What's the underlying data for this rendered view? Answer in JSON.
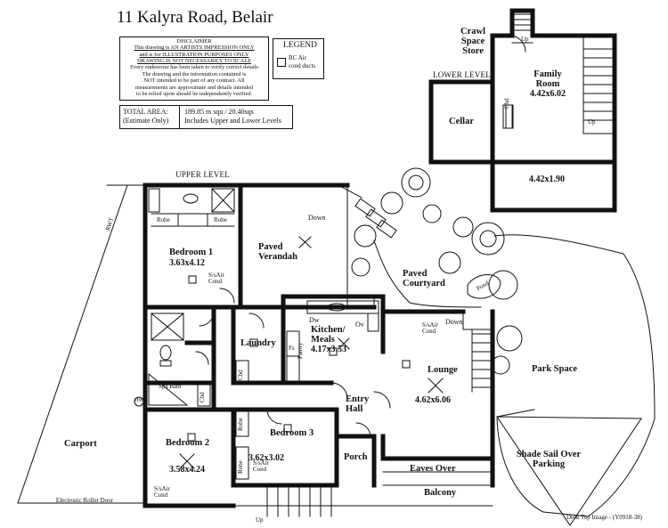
{
  "title": "11 Kalyra Road,  Belair",
  "disclaimer": {
    "heading": "DISCLAIMER",
    "lines": [
      "This drawing is AN ARTISTS IMPRESSION ONLY",
      "and is for ILLUSTRATION PURPOSES ONLY",
      "DRAWING IS NOT NECESSARILY TO SCALE",
      "Every endeavour has been taken to verify correct details",
      "The drawing and the information contained is",
      "NOT intended to be part of any contract. All",
      "measurements are approximate and details intended",
      "to be relied upon should be independently verified."
    ]
  },
  "legend": {
    "heading": "LEGEND",
    "item_line1": "RC Air",
    "item_line2": "cond ducts"
  },
  "area": {
    "label_line1": "TOTAL AREA:",
    "label_line2": "(Estimate Only)",
    "value_line1": "189.85  m squ /  20.40sqs",
    "value_line2": "Includes Upper and Lower Levels"
  },
  "levels": {
    "upper": "UPPER LEVEL",
    "lower": "LOWER LEVEL"
  },
  "rooms": {
    "family_room": "Family Room",
    "family_room_dim": "4.42x6.02",
    "cellar": "Cellar",
    "crawl_space": "Crawl Space Store",
    "lower_dim": "4.42x1.90",
    "bedroom1": "Bedroom 1",
    "bedroom1_dim": "3.63x4.12",
    "paved_verandah": "Paved Verandah",
    "paved_courtyard": "Paved Courtyard",
    "laundry": "Laundry",
    "kitchen": "Kitchen/ Meals",
    "kitchen_dim": "4.17x3.53",
    "lounge": "Lounge",
    "lounge_dim": "4.62x6.06",
    "entry_hall": "Entry Hall",
    "bedroom2": "Bedroom 2",
    "bedroom2_dim": "3.58x4.24",
    "bedroom3": "Bedroom 3",
    "bedroom3_dim": "3.62x3.02",
    "porch": "Porch",
    "eaves_over": "Eaves Over",
    "balcony": "Balcony",
    "carport": "Carport",
    "park_space": "Park Space",
    "shade_sail": "Shade Sail Over Parking",
    "spa_bath": "Spa Bath",
    "pond": "Pond"
  },
  "labels": {
    "robe": "Robe",
    "cbd": "Cbd",
    "down": "Down",
    "up": "Up",
    "ssair": "S/sAir Cond",
    "dw": "Dw",
    "ov": "Ov",
    "fs": "Fs",
    "pantry": "Pantry",
    "rwt": "RWT",
    "hw": "HW",
    "electronic_roller": "Electronic Roller Door"
  },
  "footer": "Desk Top Image - (Y0918-38)"
}
